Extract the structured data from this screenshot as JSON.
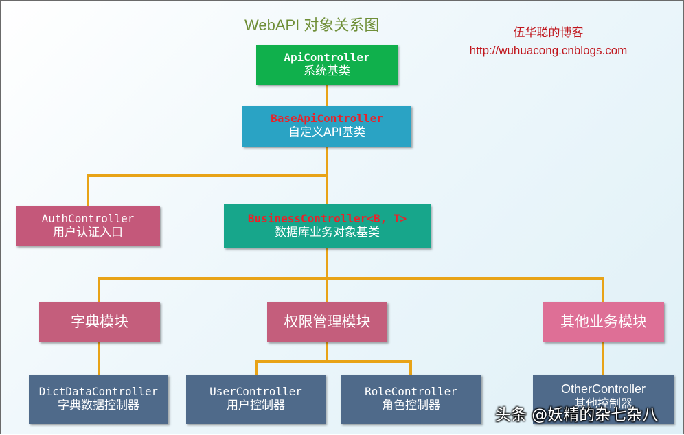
{
  "title": "WebAPI 对象关系图",
  "blog": {
    "name": "伍华聪的博客",
    "url": "http://wuhuacong.cnblogs.com"
  },
  "nodes": {
    "api_controller": {
      "name": "ApiController",
      "desc": "系统基类"
    },
    "base_api_controller": {
      "name": "BaseApiController",
      "desc": "自定义API基类"
    },
    "auth_controller": {
      "name": "AuthController",
      "desc": "用户认证入口"
    },
    "business_controller": {
      "name": "BusinessController<B, T>",
      "desc": "数据库业务对象基类"
    },
    "dict_module": {
      "label": "字典模块"
    },
    "permission_module": {
      "label": "权限管理模块"
    },
    "other_module": {
      "label": "其他业务模块"
    },
    "dictdata_controller": {
      "name": "DictDataController",
      "desc": "字典数据控制器"
    },
    "user_controller": {
      "name": "UserController",
      "desc": "用户控制器"
    },
    "role_controller": {
      "name": "RoleController",
      "desc": "角色控制器"
    },
    "other_controller": {
      "name": "OtherController",
      "desc": "其他控制器"
    }
  },
  "watermark": "头条 @妖精的杂七杂八",
  "colors": {
    "connector": "#e8a317",
    "api_controller": "#10b04c",
    "base_api_controller": "#2aa3c4",
    "auth_controller": "#c4587a",
    "business_controller": "#17a68b",
    "module": "#c45e7c",
    "other_module": "#de6f96",
    "leaf_controller": "#4f6a8a",
    "highlight_text": "#e8232a"
  }
}
